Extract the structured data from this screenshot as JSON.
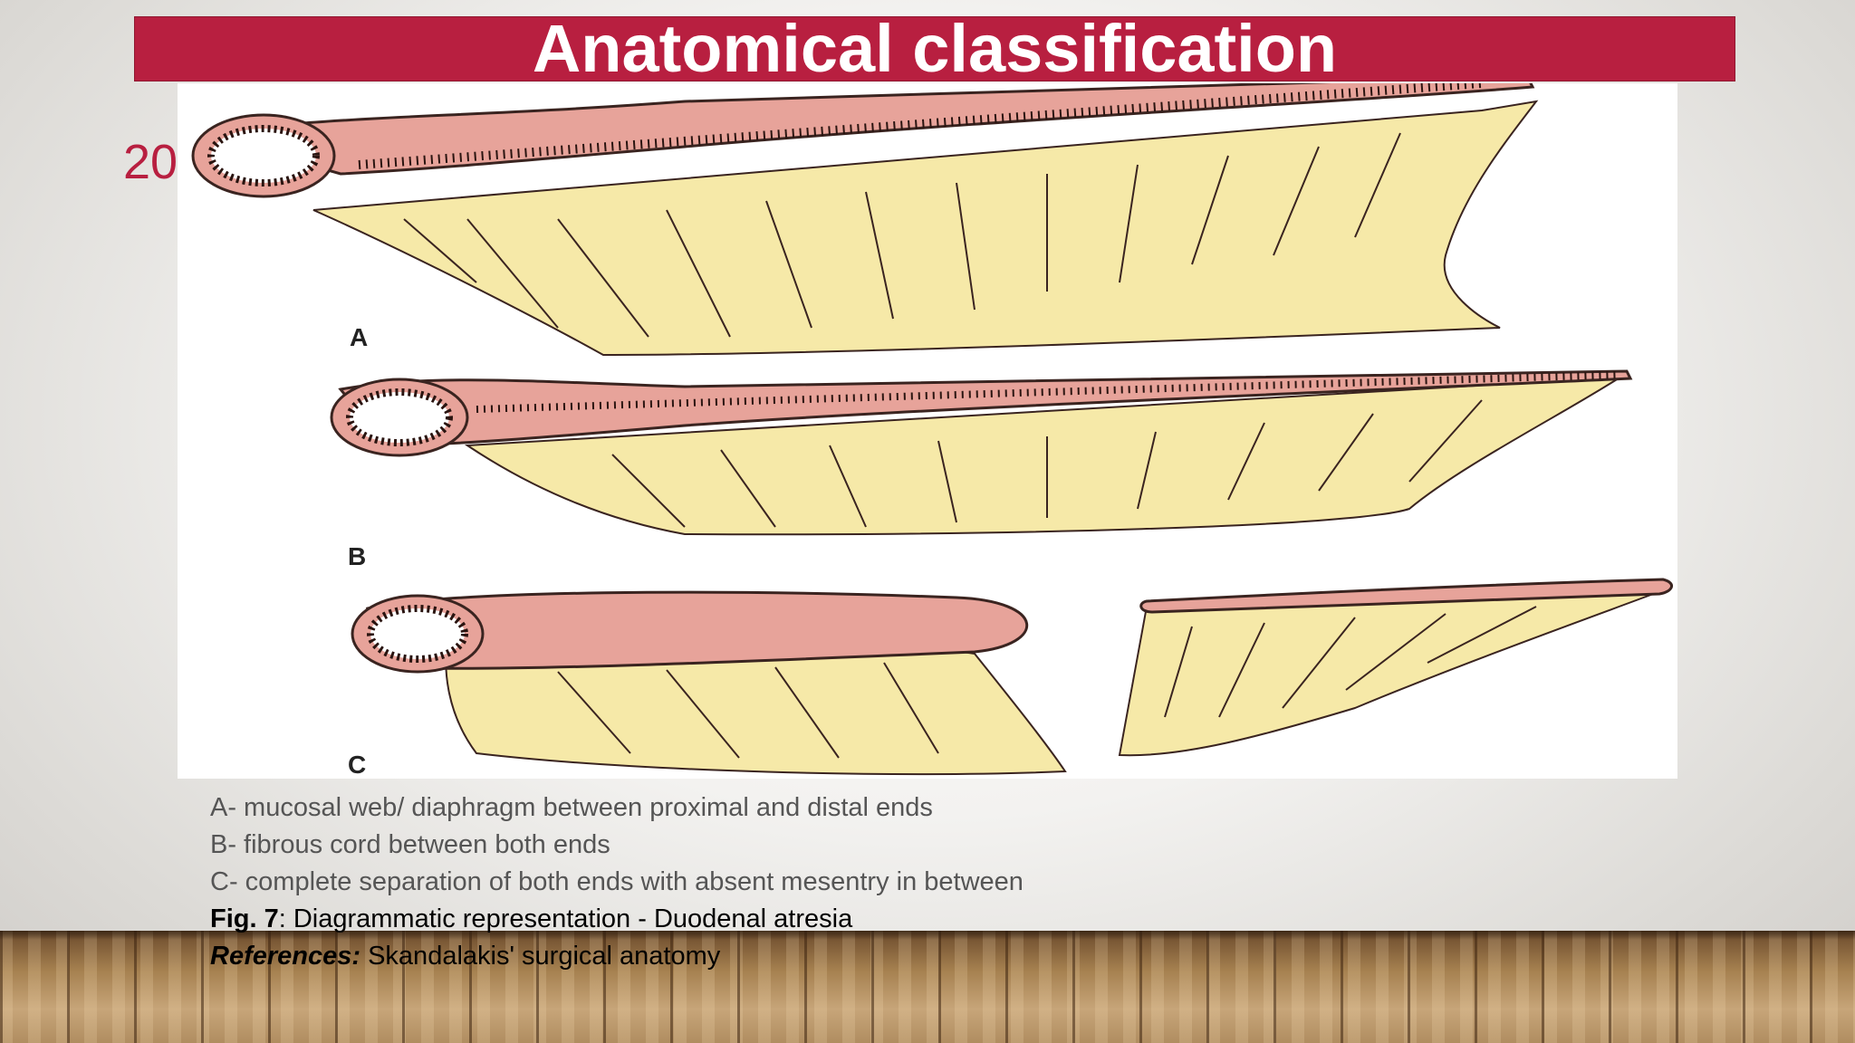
{
  "slide": {
    "title": "Anatomical classification",
    "number": "20"
  },
  "figure": {
    "panel_labels": [
      "A",
      "B",
      "C"
    ],
    "colors": {
      "bowel": "#e7a39a",
      "mesentery": "#f6e9a8",
      "outline": "#3a2420",
      "title_bar": "#b81f40"
    }
  },
  "caption": {
    "line_a": "A- mucosal web/ diaphragm between proximal and distal ends",
    "line_b": "B- fibrous cord between both ends",
    "line_c": "C- complete separation of both ends with absent mesentry in between",
    "fig_label": "Fig. 7",
    "fig_text": ": Diagrammatic representation - Duodenal atresia",
    "ref_label": "References:",
    "ref_text": " Skandalakis' surgical anatomy"
  }
}
